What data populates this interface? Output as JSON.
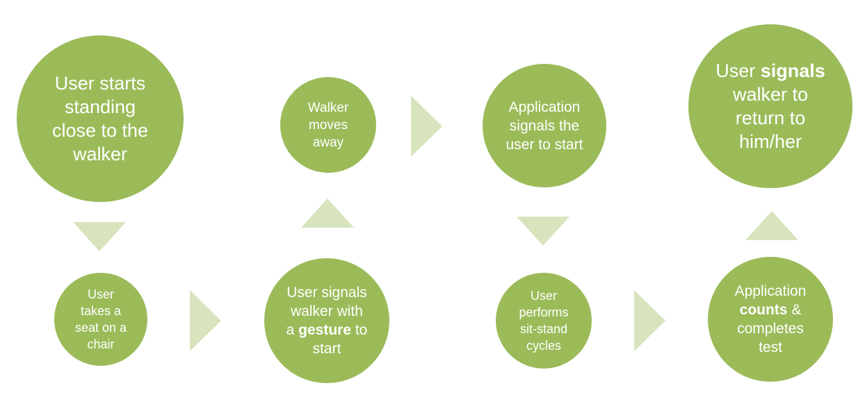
{
  "colors": {
    "circle_fill": "#9bbb59",
    "arrow_fill": "#d7e4bd",
    "text": "#ffffff"
  },
  "nodes": {
    "n1": {
      "line1": "User starts",
      "line2": "standing",
      "line3": "close to the",
      "line4": "walker"
    },
    "n2": {
      "line1": "User",
      "line2": "takes a",
      "line3": "seat on a",
      "line4": "chair"
    },
    "n3": {
      "line1": "User signals",
      "line2": "walker with",
      "line3_pre": "a ",
      "line3_bold": "gesture",
      "line3_post": " to",
      "line4": "start"
    },
    "n4": {
      "line1": "Walker",
      "line2": "moves",
      "line3": "away"
    },
    "n5": {
      "line1": "Application",
      "line2": "signals the",
      "line3": "user to start"
    },
    "n6": {
      "line1": "User",
      "line2": "performs",
      "line3": "sit-stand",
      "line4": "cycles"
    },
    "n7": {
      "line1": "Application",
      "line2_bold": "counts",
      "line2_post": " &",
      "line3": "completes",
      "line4": "test"
    },
    "n8": {
      "line1_pre": "User ",
      "line1_bold": "signals",
      "line2": "walker to",
      "line3": "return to",
      "line4": "him/her"
    }
  }
}
